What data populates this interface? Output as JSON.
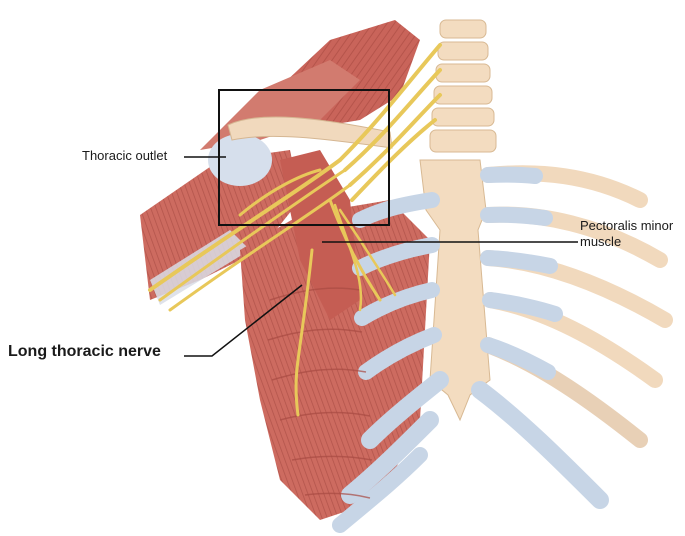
{
  "labels": {
    "thoracic_outlet": "Thoracic outlet",
    "pectoralis_minor": "Pectoralis minor muscle",
    "long_thoracic_nerve": "Long thoracic nerve"
  },
  "colors": {
    "muscle": "#c9645a",
    "muscle_dark": "#a94b43",
    "muscle_light": "#e09a8c",
    "bone": "#f3dcc0",
    "cartilage": "#c7d5e6",
    "nerve": "#e8c85a",
    "leader": "#111111"
  }
}
